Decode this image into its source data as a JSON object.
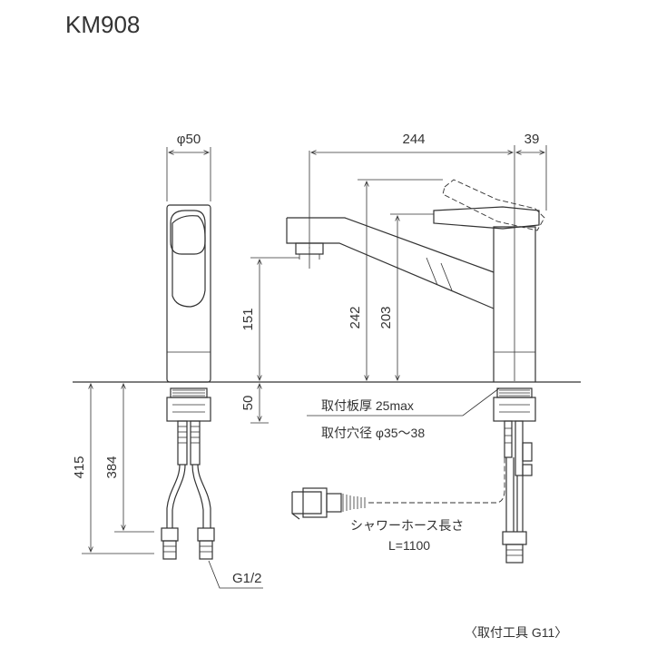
{
  "model": "KM908",
  "dimensions": {
    "phi50": "φ50",
    "d244": "244",
    "d39": "39",
    "d151": "151",
    "d50": "50",
    "d242": "242",
    "d203": "203",
    "d415": "415",
    "d384": "384"
  },
  "notes": {
    "mount_thickness": "取付板厚 25max",
    "mount_hole": "取付穴径 φ35～38",
    "hose_label": "シャワーホース長さ",
    "hose_length": "L=1100",
    "thread": "G1/2",
    "tool": "〈取付工具 G11〉"
  }
}
